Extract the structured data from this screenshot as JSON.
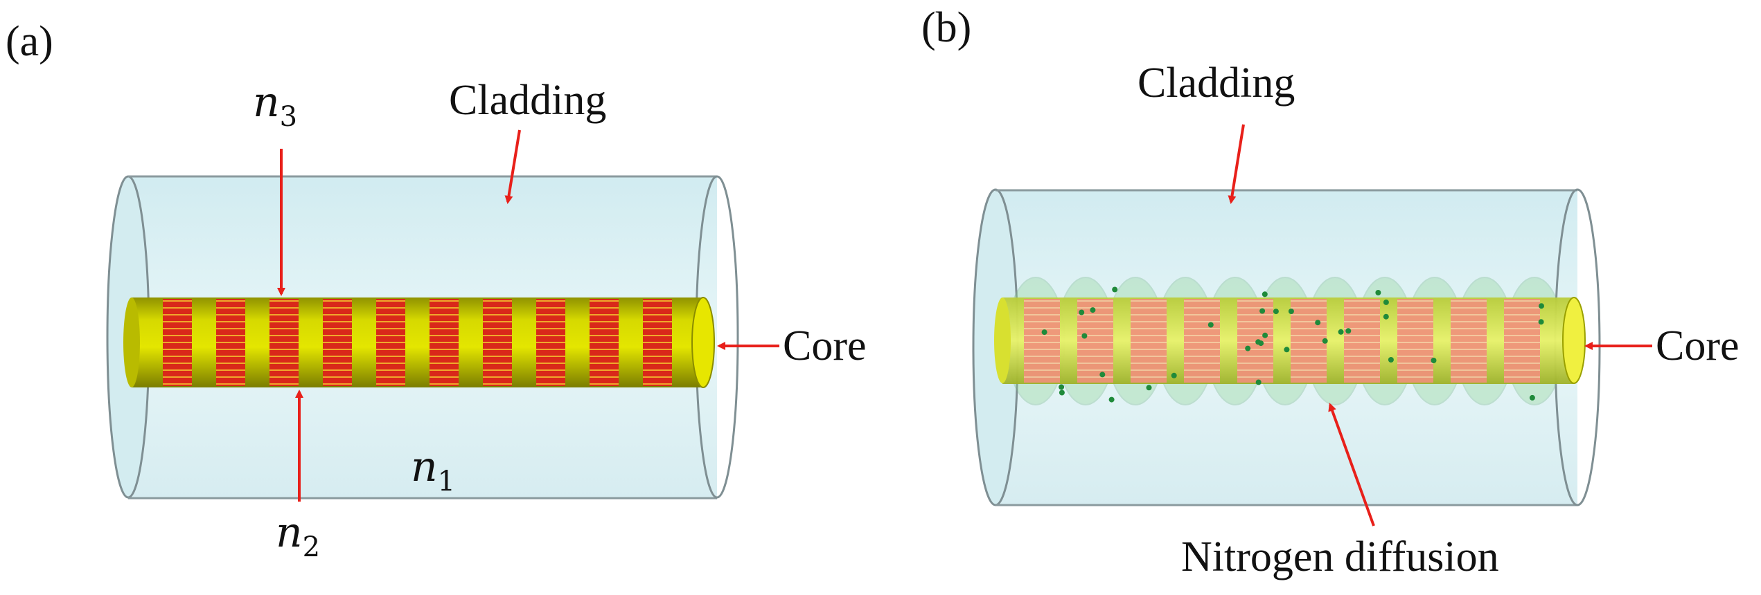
{
  "panel_a": {
    "tag": "(a)",
    "cladding_label": "Cladding",
    "core_label": "Core",
    "n1": {
      "base": "n",
      "sub": "1"
    },
    "n2": {
      "base": "n",
      "sub": "2"
    },
    "n3": {
      "base": "n",
      "sub": "3"
    }
  },
  "panel_b": {
    "tag": "(b)",
    "cladding_label": "Cladding",
    "core_label": "Core",
    "diffusion_label": "Nitrogen diffusion"
  },
  "colors": {
    "cladding_fill": "#d6eef2",
    "cladding_stroke": "#8a9a9e",
    "core_yellow": "#c9cc00",
    "grating_red": "#e0301e",
    "grating_stripe": "#f2b32a",
    "arrow_red": "#e8201a",
    "nitrogen_glow": "#9fd99b",
    "nitrogen_dot": "#1f8a3a"
  }
}
